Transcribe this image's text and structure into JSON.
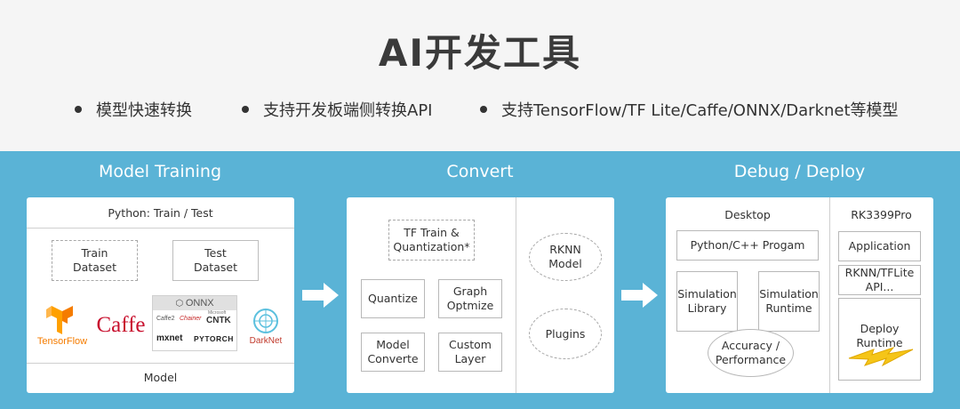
{
  "header": {
    "title": "AI开发工具",
    "bullets": [
      "模型快速转换",
      "支持开发板端侧转换API",
      "支持TensorFlow/TF Lite/Caffe/ONNX/Darknet等模型"
    ]
  },
  "training": {
    "title": "Model Training",
    "top_label": "Python: Train / Test",
    "train_dataset": "Train\nDataset",
    "test_dataset": "Test\nDataset",
    "onnx_label": "ONNX",
    "frameworks": {
      "tensorflow": "TensorFlow",
      "caffe": "Caffe",
      "caffe2": "Caffe2",
      "chainer": "Chainer",
      "microsoft": "Microsoft",
      "cntk": "CNTK",
      "mxnet": "mxnet",
      "pytorch": "PYTORCH",
      "darknet": "DarkNet"
    },
    "bottom_label": "Model"
  },
  "convert": {
    "title": "Convert",
    "tf_train": "TF Train &\nQuantization*",
    "quantize": "Quantize",
    "graph_optmize": "Graph\nOptmize",
    "model_converte": "Model\nConverte",
    "custom_layer": "Custom\nLayer",
    "rknn_model": "RKNN\nModel",
    "plugins": "Plugins"
  },
  "deploy": {
    "title": "Debug / Deploy",
    "desktop": "Desktop",
    "python_program": "Python/C++ Progam",
    "sim_library": "Simulation\nLibrary",
    "sim_runtime": "Simulation\nRuntime",
    "accuracy": "Accuracy /\nPerformance",
    "board": "RK3399Pro",
    "application": "Application",
    "rknn_api": "RKNN/TFLite\nAPI...",
    "deploy_runtime": "Deploy Runtime"
  },
  "colors": {
    "band": "#5ab3d6",
    "tensorflow_orange": "#f57c00",
    "caffe_red": "#c8102e",
    "darknet_blue": "#5bc0de"
  }
}
